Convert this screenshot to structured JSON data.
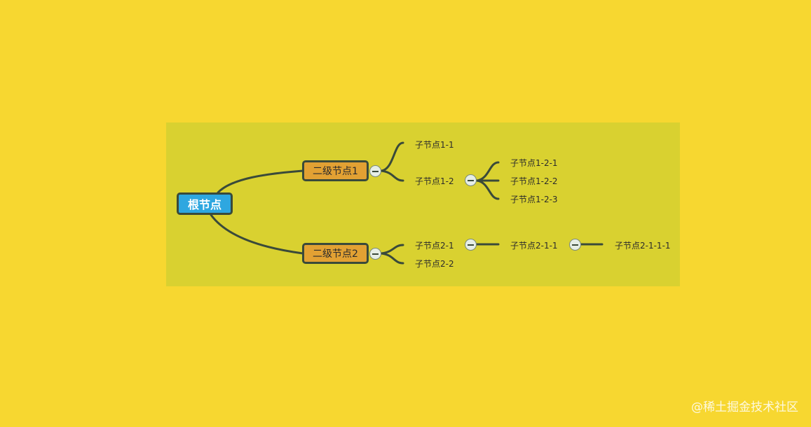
{
  "colors": {
    "page_background": "#f7d730",
    "canvas_background": "#d9d130",
    "edge": "#3a4a3a",
    "root_fill": "#2ea7e0",
    "second_level_fill": "#e2a133",
    "node_border": "#3a4a3a"
  },
  "mindmap": {
    "root": {
      "label": "根节点"
    },
    "second_level": [
      {
        "label": "二级节点1"
      },
      {
        "label": "二级节点2"
      }
    ],
    "children": {
      "n1_1": "子节点1-1",
      "n1_2": "子节点1-2",
      "n1_2_1": "子节点1-2-1",
      "n1_2_2": "子节点1-2-2",
      "n1_2_3": "子节点1-2-3",
      "n2_1": "子节点2-1",
      "n2_2": "子节点2-2",
      "n2_1_1": "子节点2-1-1",
      "n2_1_1_1": "子节点2-1-1-1"
    },
    "toggle_icon": "collapse-minus-icon"
  },
  "watermark": "@稀土掘金技术社区"
}
